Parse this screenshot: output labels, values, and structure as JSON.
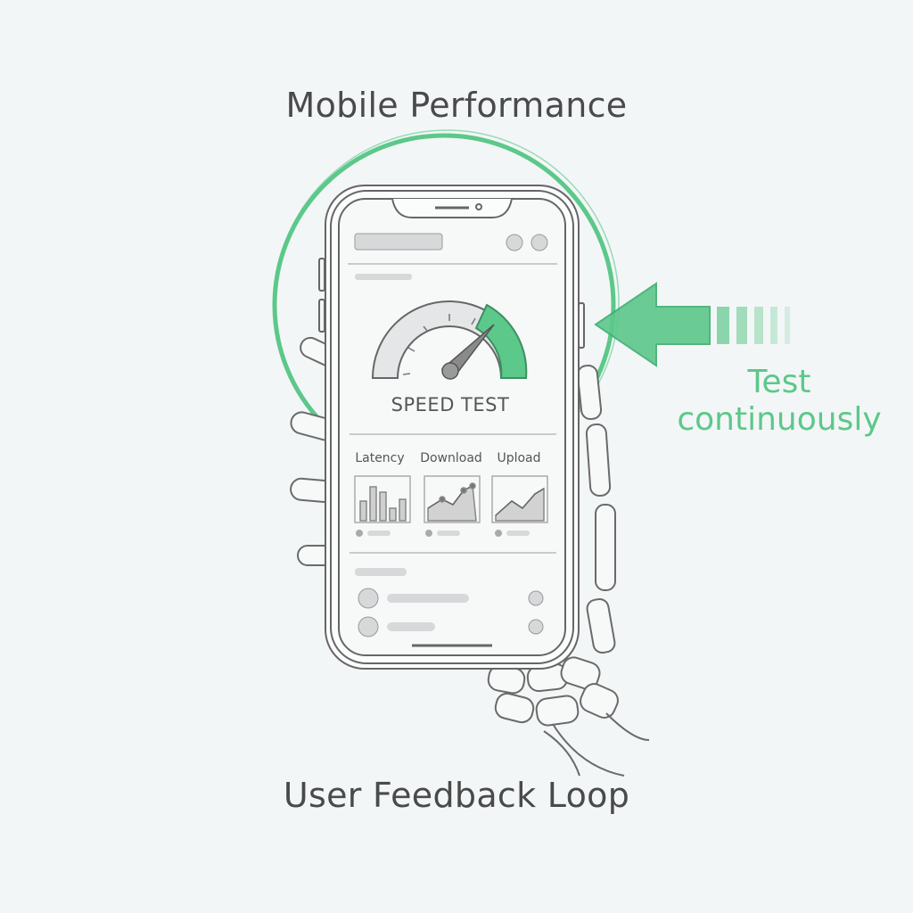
{
  "heading": {
    "title": "Mobile Performance",
    "footer": "User Feedback Loop"
  },
  "annotation": {
    "line1": "Test",
    "line2": "continuously"
  },
  "screen": {
    "gauge_label": "SPEED TEST",
    "metrics": [
      "Latency",
      "Download",
      "Upload"
    ]
  },
  "colors": {
    "accent": "#5cc88a",
    "sketch": "#6a6a6a",
    "placeholder": "#d6d8da"
  },
  "icons": {
    "arrow": "arrow-left-icon",
    "gauge": "speedometer-icon",
    "hand": "skeleton-hand-icon"
  }
}
